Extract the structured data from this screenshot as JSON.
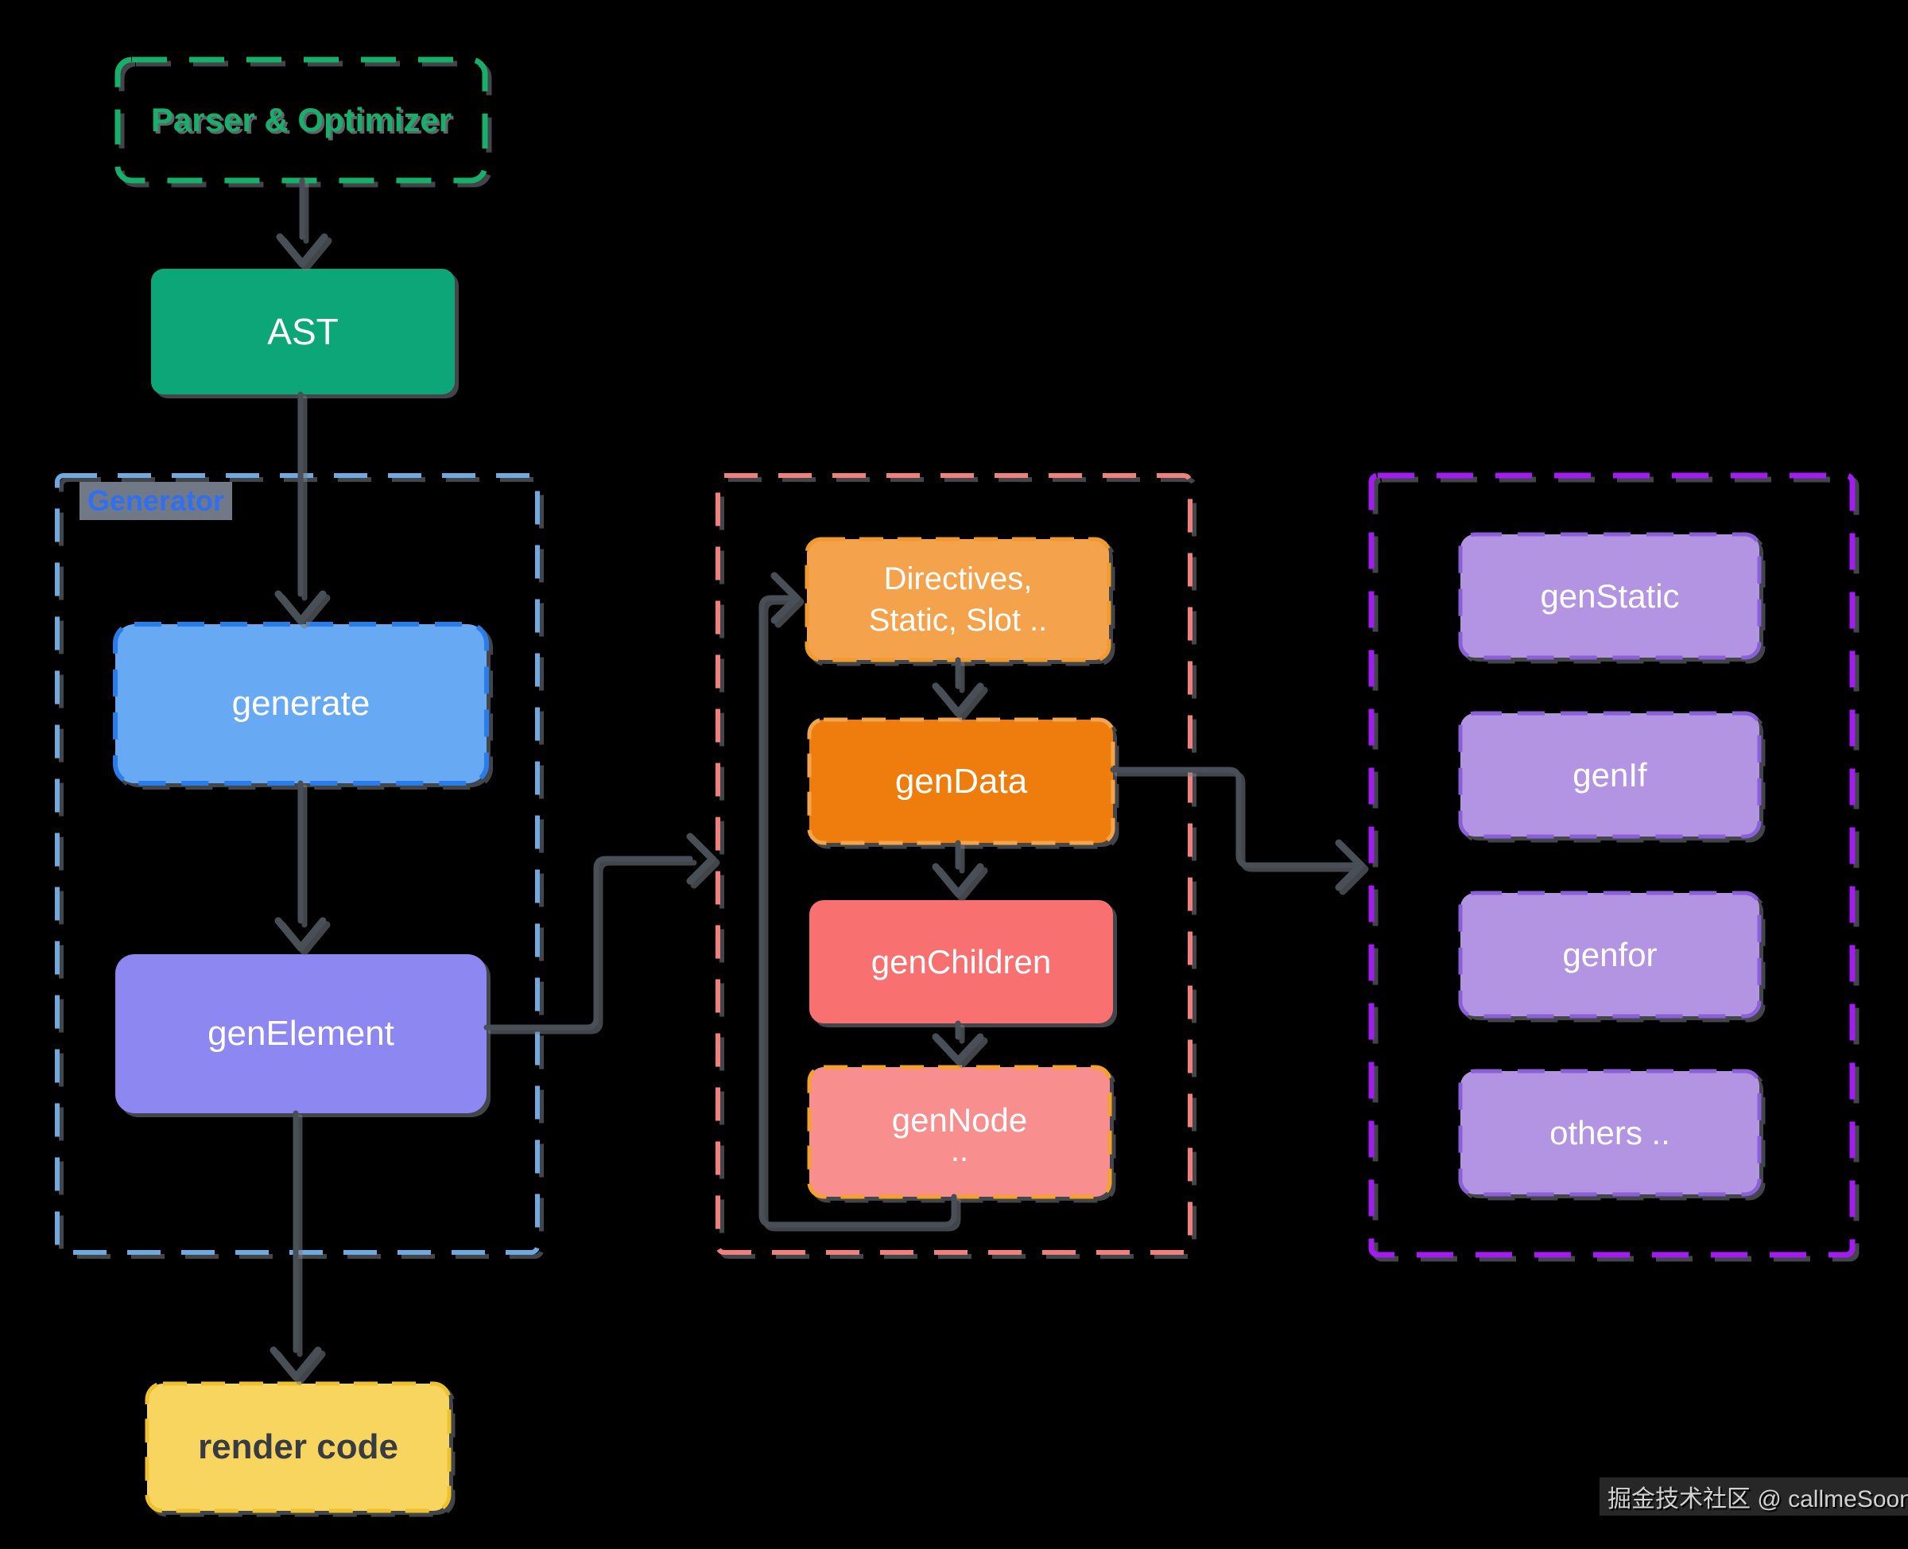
{
  "diagram": {
    "groups": {
      "generator": {
        "label": "Generator",
        "border_color": "#6fa8e0",
        "label_color": "#2f6ff0"
      },
      "middle_group": {
        "label": "",
        "border_color": "#f0807e"
      },
      "right_group": {
        "label": "",
        "border_color": "#a21df2"
      }
    },
    "nodes": {
      "parser_optimizer": {
        "label": "Parser & Optimizer",
        "fill": "none",
        "border": "#17b06b",
        "text_color": "#17b06b"
      },
      "ast": {
        "label": "AST",
        "fill": "#0ca678",
        "text_color": "#ffffff"
      },
      "generate": {
        "label": "generate",
        "fill": "#68a9f4",
        "border": "#2b7de9",
        "text_color": "#ffffff"
      },
      "gen_element": {
        "label": "genElement",
        "fill": "#8d87f1",
        "text_color": "#ffffff"
      },
      "render_code": {
        "label": "render code",
        "fill": "#f8d55e",
        "border": "#eec22d",
        "text_color": "#373c44"
      },
      "directives": {
        "line1": "Directives,",
        "line2": "Static, Slot ..",
        "fill": "#f4a24b",
        "border": "#ef9b2e",
        "text_color": "#ffffff"
      },
      "gen_data": {
        "label": "genData",
        "fill": "#ee7d10",
        "border": "#f4a44b",
        "text_color": "#ffffff"
      },
      "gen_children": {
        "label": "genChildren",
        "fill": "#f87070",
        "text_color": "#ffffff"
      },
      "gen_node": {
        "label": "genNode",
        "sub": "..",
        "fill": "#f98e8e",
        "border": "#f4a12d",
        "text_color": "#ffffff"
      },
      "gen_static": {
        "label": "genStatic",
        "fill": "#b294e2",
        "border": "#8a5fd8",
        "text_color": "#ffffff"
      },
      "gen_if": {
        "label": "genIf",
        "fill": "#b294e2",
        "border": "#8a5fd8",
        "text_color": "#ffffff"
      },
      "gen_for": {
        "label": "genfor",
        "fill": "#b294e2",
        "border": "#8a5fd8",
        "text_color": "#ffffff"
      },
      "others": {
        "label": "others ..",
        "fill": "#b294e2",
        "border": "#8a5fd8",
        "text_color": "#ffffff"
      }
    },
    "edges": [
      {
        "from": "parser_optimizer",
        "to": "ast"
      },
      {
        "from": "ast",
        "to": "generate"
      },
      {
        "from": "generate",
        "to": "gen_element"
      },
      {
        "from": "gen_element",
        "to": "render_code"
      },
      {
        "from": "gen_element",
        "to": "middle_group"
      },
      {
        "from": "directives",
        "to": "gen_data"
      },
      {
        "from": "gen_data",
        "to": "gen_children"
      },
      {
        "from": "gen_children",
        "to": "gen_node"
      },
      {
        "from": "gen_node",
        "to": "directives",
        "type": "loop"
      },
      {
        "from": "gen_data",
        "to": "right_group"
      }
    ],
    "arrow_color": "#4a4f57",
    "background": "#000000",
    "watermark": "掘金技术社区 @ callmeSoon"
  }
}
